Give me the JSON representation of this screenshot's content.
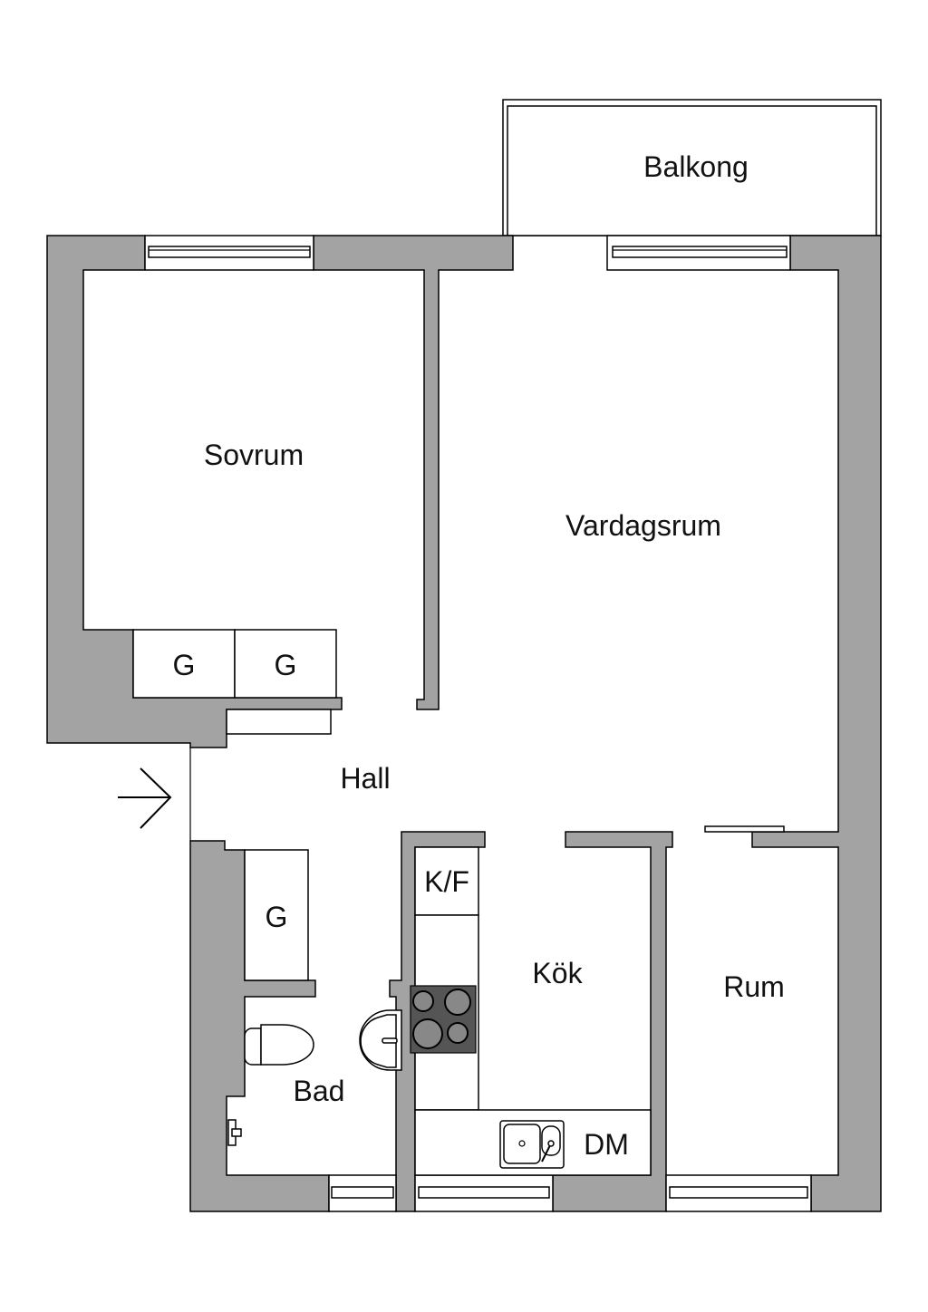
{
  "rooms": {
    "balcony": "Balkong",
    "bedroom": "Sovrum",
    "living_room": "Vardagsrum",
    "hall": "Hall",
    "kitchen": "Kök",
    "room": "Rum",
    "bathroom": "Bad"
  },
  "fixtures": {
    "wardrobe_1": "G",
    "wardrobe_2": "G",
    "wardrobe_3": "G",
    "fridge_freezer": "K/F",
    "dishwasher": "DM"
  },
  "colors": {
    "wall": "#a3a3a3",
    "stove": "#555555"
  }
}
